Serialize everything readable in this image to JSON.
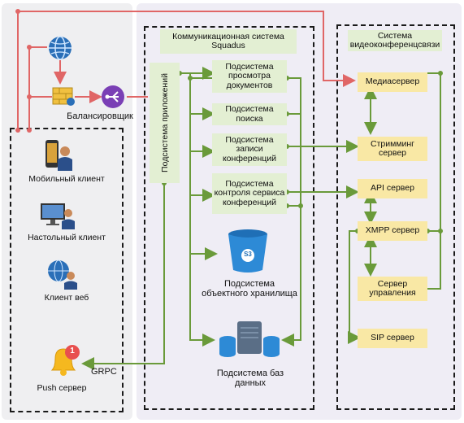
{
  "left_column": {
    "balancer_label": "Балансировщик",
    "clients": [
      "Мобильный клиент",
      "Настольный клиент",
      "Клиент веб"
    ],
    "push_label": "Push сервер",
    "push_badge": "1",
    "grpc_label": "GRPC"
  },
  "squadus": {
    "title": "Коммуникационная система Squadus",
    "app_subsystem": "Подсистема приложений",
    "subsystems": [
      "Подсистема просмотра документов",
      "Подсистема поиска",
      "Подсистема записи конференций",
      "Подсистема контроля сервиса конференций"
    ],
    "storage_label": "Подсистема объектного хранилища",
    "storage_badge": "S3",
    "db_label": "Подсистема баз данных"
  },
  "vks": {
    "title": "Система видеоконференцсвязи",
    "servers": [
      "Медиасервер",
      "Стримминг сервер",
      "API сервер",
      "XMPP сервер",
      "Сервер управления",
      "SIP сервер"
    ]
  },
  "colors": {
    "red": "#e06666",
    "green": "#6a9a3a",
    "panel": "#efedf5",
    "sub": "#e3efd3",
    "server": "#f9e8a5"
  }
}
